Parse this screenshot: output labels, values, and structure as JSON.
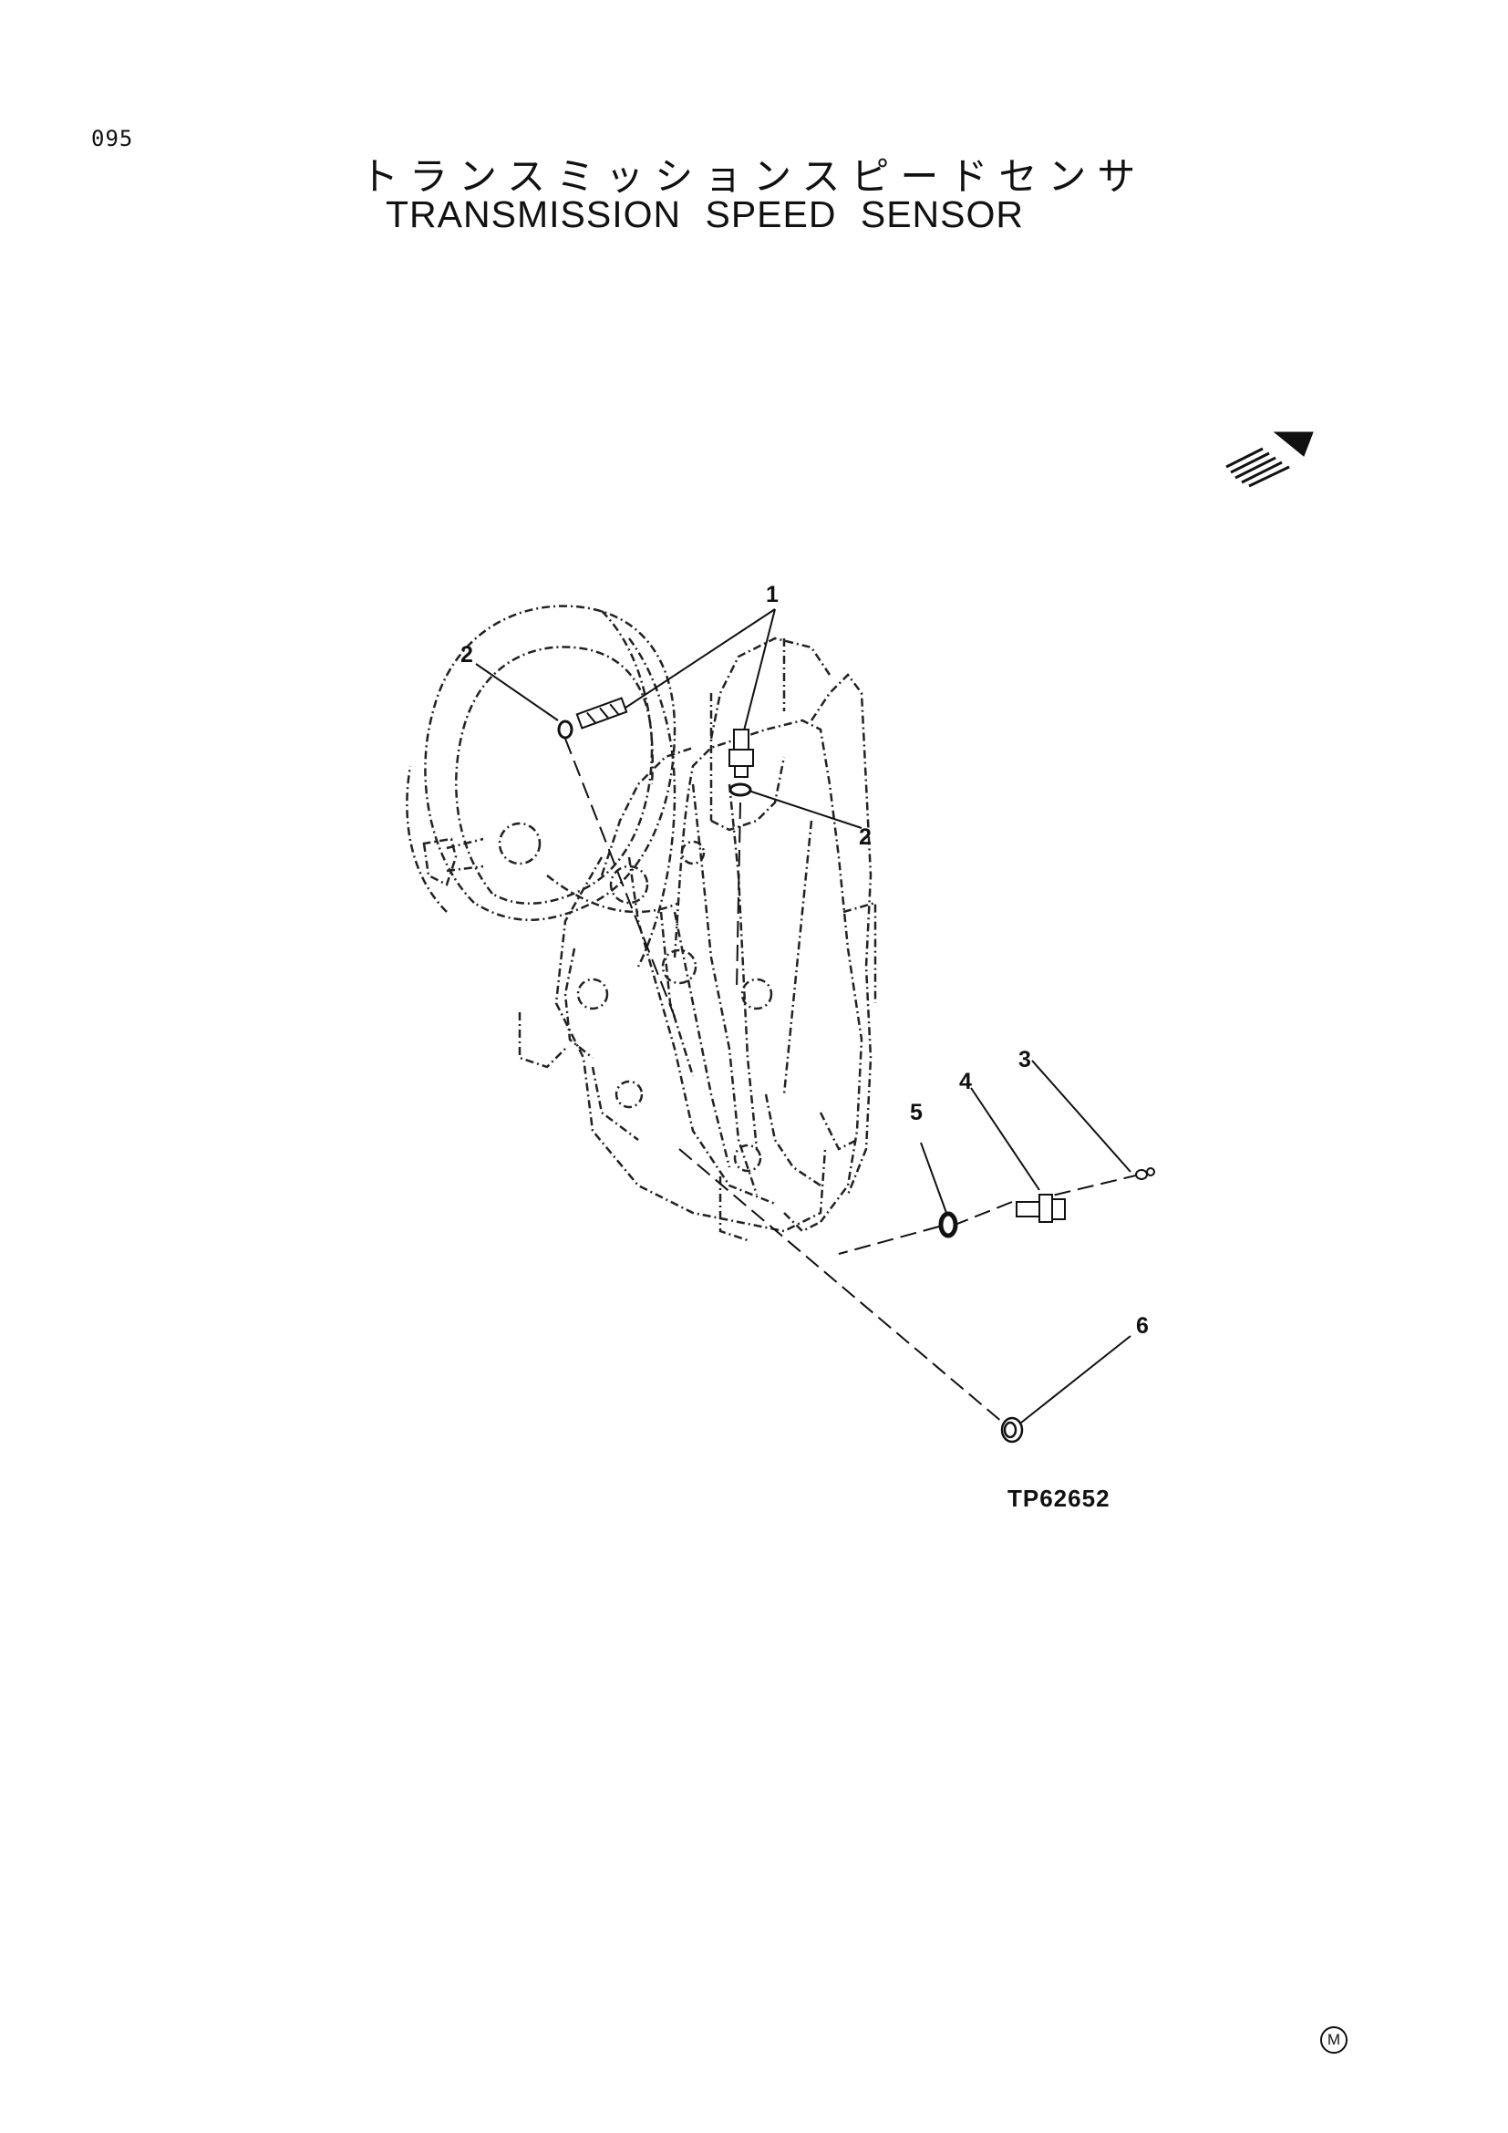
{
  "page": {
    "number": "095",
    "title_jp": "トランスミッションスピードセンサ",
    "title_en": "TRANSMISSION SPEED SENSOR"
  },
  "diagram": {
    "drawing_code": "TP62652",
    "orientation_icon": "direction-arrow-icon",
    "callouts": [
      {
        "id": "callout-1",
        "label": "1"
      },
      {
        "id": "callout-2-upper",
        "label": "2"
      },
      {
        "id": "callout-2-lower",
        "label": "2"
      },
      {
        "id": "callout-3",
        "label": "3"
      },
      {
        "id": "callout-4",
        "label": "4"
      },
      {
        "id": "callout-5",
        "label": "5"
      },
      {
        "id": "callout-6",
        "label": "6"
      }
    ]
  },
  "footer": {
    "mark": "M"
  }
}
